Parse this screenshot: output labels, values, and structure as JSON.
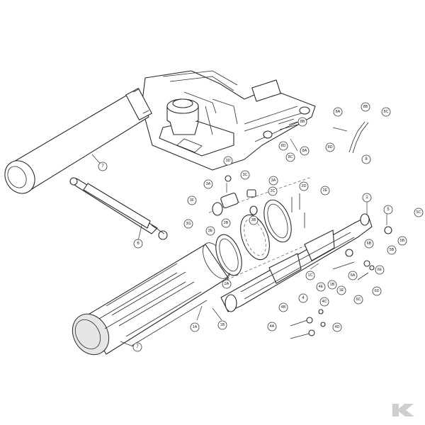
{
  "callouts": [
    {
      "label": "7"
    },
    {
      "label": "6"
    },
    {
      "label": "7"
    },
    {
      "label": "8"
    },
    {
      "label": "8A"
    },
    {
      "label": "8B"
    },
    {
      "label": "8C"
    },
    {
      "label": "8D"
    },
    {
      "label": "8A"
    },
    {
      "label": "8B"
    },
    {
      "label": "8C"
    },
    {
      "label": "8D"
    },
    {
      "label": "3D"
    },
    {
      "label": "3C"
    },
    {
      "label": "3A"
    },
    {
      "label": "3A"
    },
    {
      "label": "3F"
    },
    {
      "label": "3G"
    },
    {
      "label": "3E"
    },
    {
      "label": "3B"
    },
    {
      "label": "2C"
    },
    {
      "label": "2D"
    },
    {
      "label": "2E"
    },
    {
      "label": "2B"
    },
    {
      "label": "2A"
    },
    {
      "label": "1"
    },
    {
      "label": "1A"
    },
    {
      "label": "1B"
    },
    {
      "label": "1C"
    },
    {
      "label": "1B"
    },
    {
      "label": "1E"
    },
    {
      "label": "5"
    },
    {
      "label": "5C"
    },
    {
      "label": "5B"
    },
    {
      "label": "5B"
    },
    {
      "label": "6B"
    },
    {
      "label": "6E"
    },
    {
      "label": "6A"
    },
    {
      "label": "6C"
    },
    {
      "label": "6D"
    },
    {
      "label": "4"
    },
    {
      "label": "4E"
    },
    {
      "label": "4B"
    },
    {
      "label": "4C"
    },
    {
      "label": "4A"
    },
    {
      "label": "4D"
    }
  ],
  "logo": {
    "icon": "kramp-k-logo-icon",
    "color": "#cfcfcf"
  }
}
